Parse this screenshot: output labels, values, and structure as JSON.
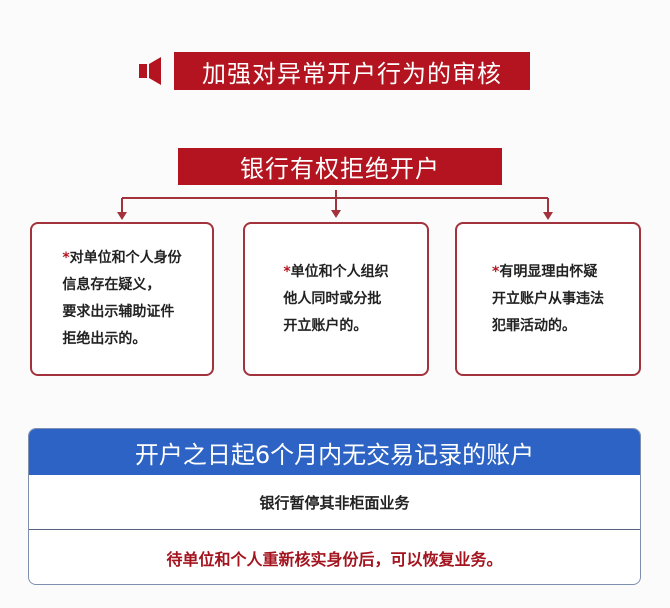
{
  "header": {
    "title": "加强对异常开户行为的审核",
    "icon": "speaker-icon"
  },
  "refuse": {
    "title": "银行有权拒绝开户",
    "cases": [
      {
        "mark": "*",
        "text": "对单位和个人身份\n信息存在疑义，\n要求出示辅助证件\n拒绝出示的。"
      },
      {
        "mark": "*",
        "text": "单位和个人组织\n他人同时或分批\n开立账户的。"
      },
      {
        "mark": "*",
        "text": "有明显理由怀疑\n开立账户从事违法\n犯罪活动的。"
      }
    ]
  },
  "dormant": {
    "title": "开户之日起6个月内无交易记录的账户",
    "rule": "银行暂停其非柜面业务",
    "restore": "待单位和个人重新核实身份后，可以恢复业务。"
  },
  "colors": {
    "red": "#b3141f",
    "blue": "#2d63c4"
  }
}
